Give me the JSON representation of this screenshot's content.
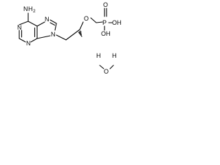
{
  "molecule": {
    "amino": {
      "N": "N",
      "H": "H",
      "sub": "2"
    },
    "ring_nitrogen_1": "N",
    "ring_nitrogen_2": "N",
    "ring_nitrogen_3": "N",
    "ring_nitrogen_4": "N",
    "ether_oxygen": "O",
    "phosphorus": "P",
    "phosphoryl_oxygen": "O",
    "hydroxyl_1": "OH",
    "hydroxyl_2": "OH"
  },
  "water": {
    "H_left": "H",
    "O": "O",
    "H_right": "H"
  }
}
